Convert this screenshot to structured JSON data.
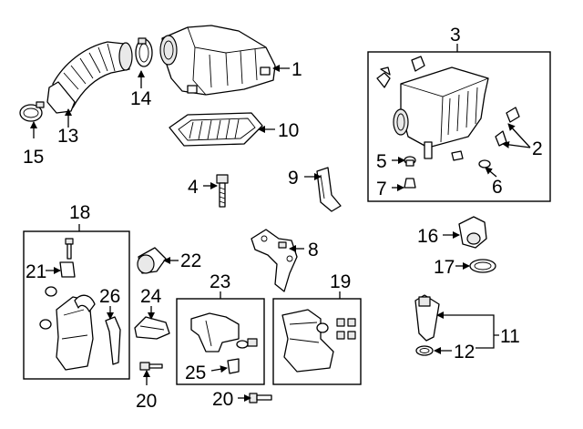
{
  "diagram": {
    "callouts": [
      {
        "id": "c1",
        "text": "1"
      },
      {
        "id": "c2",
        "text": "2"
      },
      {
        "id": "c3",
        "text": "3"
      },
      {
        "id": "c4",
        "text": "4"
      },
      {
        "id": "c5",
        "text": "5"
      },
      {
        "id": "c6",
        "text": "6"
      },
      {
        "id": "c7",
        "text": "7"
      },
      {
        "id": "c8",
        "text": "8"
      },
      {
        "id": "c9",
        "text": "9"
      },
      {
        "id": "c10",
        "text": "10"
      },
      {
        "id": "c11",
        "text": "11"
      },
      {
        "id": "c12",
        "text": "12"
      },
      {
        "id": "c13",
        "text": "13"
      },
      {
        "id": "c14",
        "text": "14"
      },
      {
        "id": "c15",
        "text": "15"
      },
      {
        "id": "c16",
        "text": "16"
      },
      {
        "id": "c17",
        "text": "17"
      },
      {
        "id": "c18",
        "text": "18"
      },
      {
        "id": "c19",
        "text": "19"
      },
      {
        "id": "c20a",
        "text": "20"
      },
      {
        "id": "c20b",
        "text": "20"
      },
      {
        "id": "c21",
        "text": "21"
      },
      {
        "id": "c22",
        "text": "22"
      },
      {
        "id": "c23",
        "text": "23"
      },
      {
        "id": "c24",
        "text": "24"
      },
      {
        "id": "c25",
        "text": "25"
      },
      {
        "id": "c26",
        "text": "26"
      }
    ]
  }
}
